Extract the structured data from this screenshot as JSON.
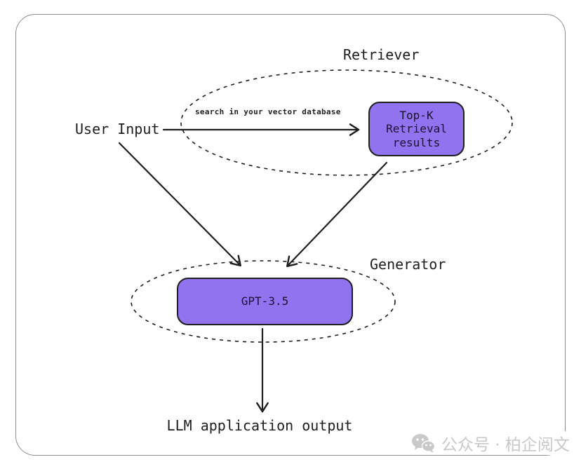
{
  "colors": {
    "node_fill": "#9173f0",
    "diagram_stroke": "#1e1e1e",
    "frame_border": "#8f8f8f",
    "watermark_gray": "#c9c9c9"
  },
  "diagram": {
    "user_input_label": "User Input",
    "retriever": {
      "title": "Retriever",
      "arrow_annotation": "search in your vector database",
      "result_box_label": "Top-K\nRetrieval\nresults"
    },
    "generator": {
      "title": "Generator",
      "model_box_label": "GPT-3.5"
    },
    "output_label": "LLM application output",
    "watermark": {
      "icon": "wechat-icon",
      "text": "公众号 · 柏企阅文"
    }
  }
}
